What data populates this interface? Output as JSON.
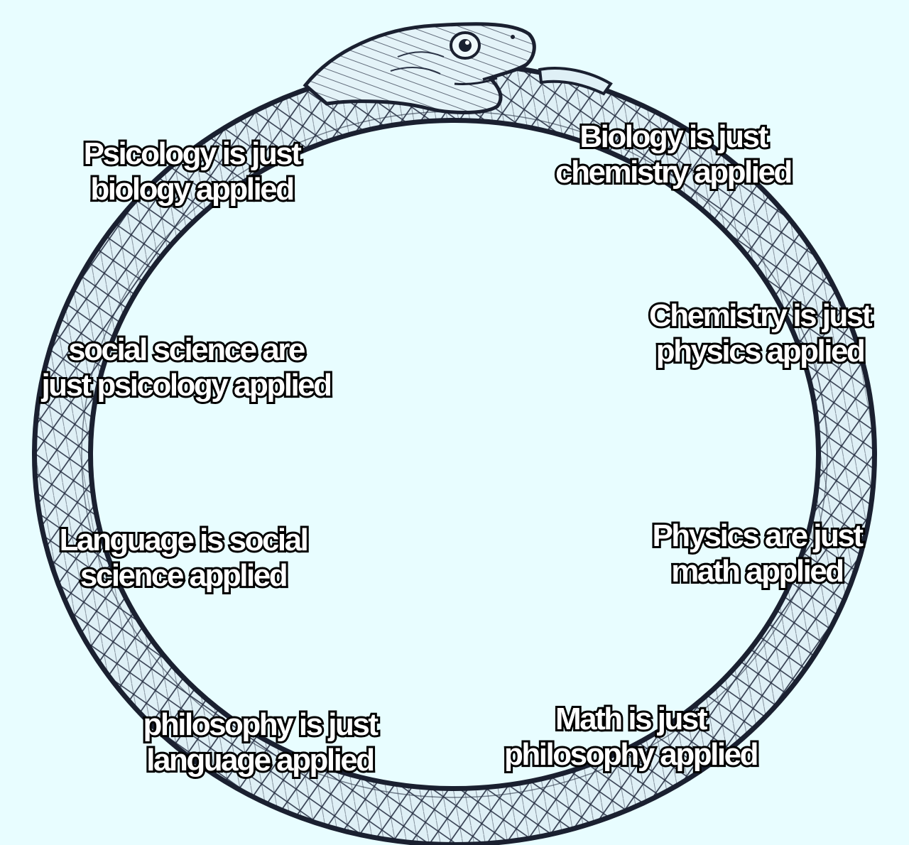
{
  "captions": {
    "biology": {
      "line1": "Biology is just",
      "line2": "chemistry applied"
    },
    "chemistry": {
      "line1": "Chemistry is just",
      "line2": "physics applied"
    },
    "physics": {
      "line1": "Physics are just",
      "line2": "math applied"
    },
    "math": {
      "line1": "Math is just",
      "line2": "philosophy applied"
    },
    "philosophy": {
      "line1": "philosophy is just",
      "line2": "language applied"
    },
    "language": {
      "line1": "Language is social",
      "line2": "science applied"
    },
    "social_science": {
      "line1": "social science are",
      "line2": "just psicology applied"
    },
    "psicology": {
      "line1": "Psicology is just",
      "line2": "biology applied"
    }
  },
  "illustration": {
    "subject": "ouroboros-snake",
    "colors": {
      "background": "#e8fdff",
      "outline": "#1a2030",
      "body": "#dff0f6",
      "scale_lines": "#2a3346"
    }
  }
}
